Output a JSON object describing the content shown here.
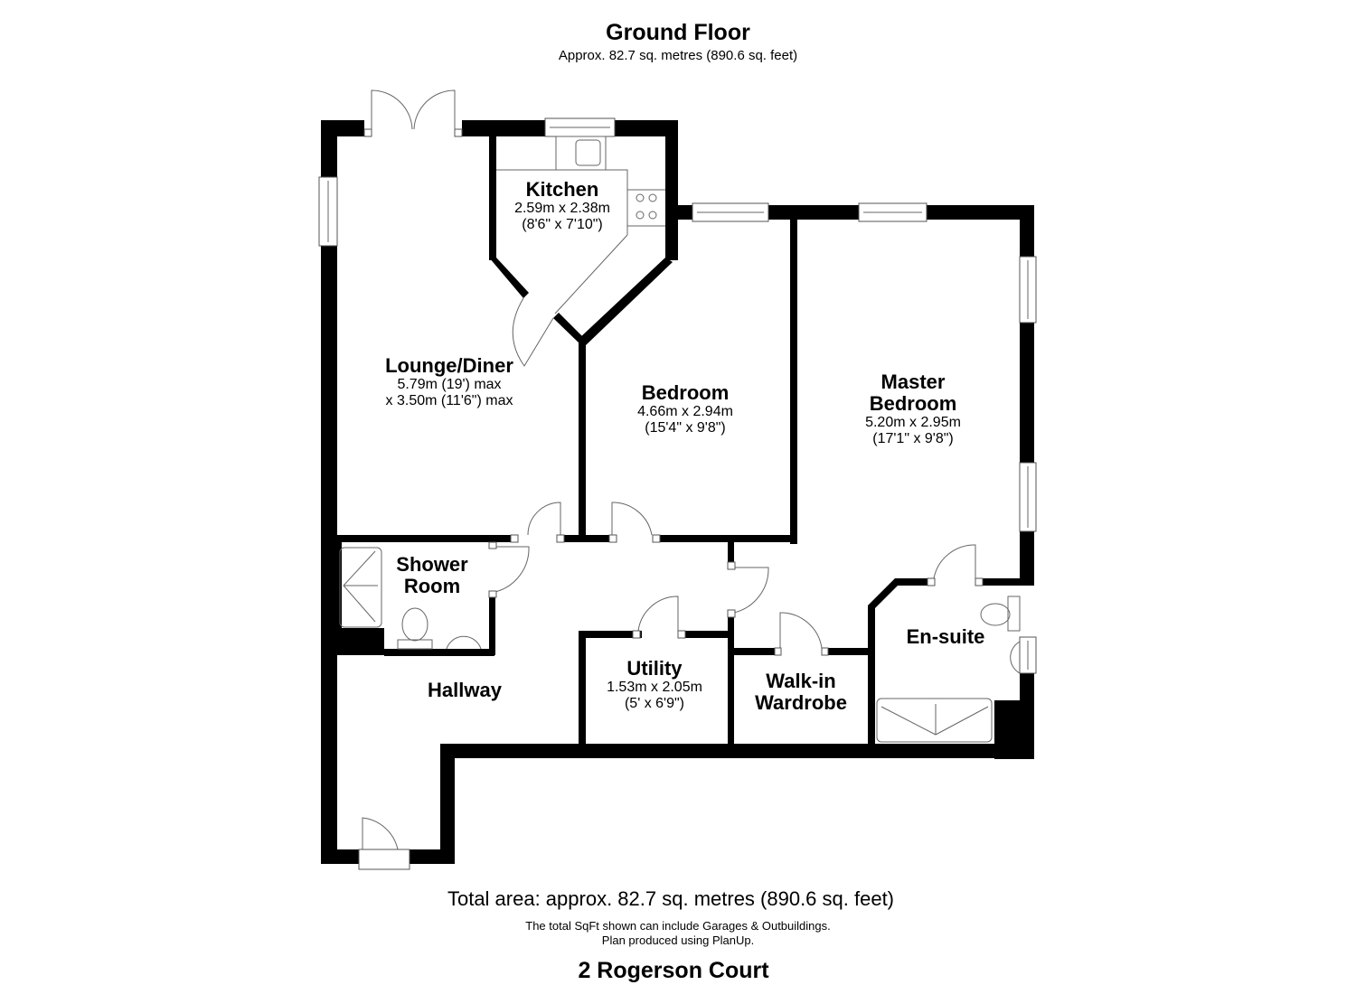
{
  "header": {
    "title": "Ground Floor",
    "subtitle": "Approx. 82.7 sq. metres (890.6 sq. feet)"
  },
  "rooms": [
    {
      "name": "Kitchen",
      "dim1": "2.59m x 2.38m",
      "dim2": "(8'6\" x 7'10\")"
    },
    {
      "name": "Lounge/Diner",
      "dim1": "5.79m (19') max",
      "dim2": "x 3.50m (11'6\") max"
    },
    {
      "name": "Bedroom",
      "dim1": "4.66m x 2.94m",
      "dim2": "(15'4\" x 9'8\")"
    },
    {
      "name": "Master",
      "name2": "Bedroom",
      "dim1": "5.20m x 2.95m",
      "dim2": "(17'1\" x 9'8\")"
    },
    {
      "name": "Shower",
      "name2": "Room"
    },
    {
      "name": "Hallway"
    },
    {
      "name": "Utility",
      "dim1": "1.53m x 2.05m",
      "dim2": "(5' x 6'9\")"
    },
    {
      "name": "Walk-in",
      "name2": "Wardrobe"
    },
    {
      "name": "En-suite"
    }
  ],
  "footer": {
    "total_area": "Total area: approx. 82.7 sq. metres (890.6 sq. feet)",
    "note_line1": "The total SqFt shown can include Garages & Outbuildings.",
    "note_line2": "Plan produced using PlanUp.",
    "address": "2 Rogerson Court"
  },
  "colors": {
    "wall": "#000000",
    "background": "#ffffff",
    "fixture_stroke": "#555555"
  }
}
